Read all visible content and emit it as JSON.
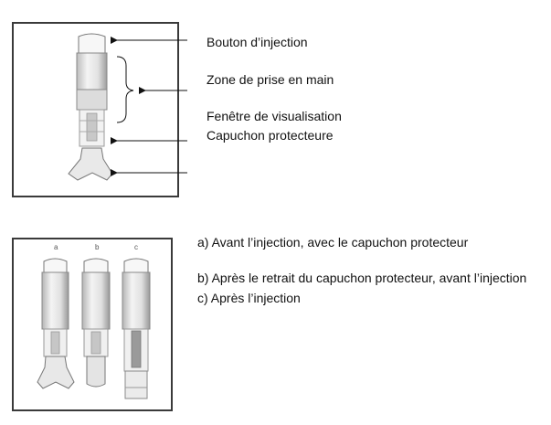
{
  "figure1": {
    "labels": {
      "injection_button": "Bouton d’injection",
      "grip_zone": "Zone de prise en main",
      "viewing_window": "Fenêtre de visualisation",
      "protective_cap": "Capuchon protecteure"
    }
  },
  "figure2": {
    "pen_letters": [
      "a",
      "b",
      "c"
    ],
    "captions": {
      "a": "a) Avant l’injection, avec le capuchon protecteur",
      "b": "b) Après le retrait du capuchon protecteur, avant l’injection",
      "c": "c) Après l’injection"
    }
  },
  "colors": {
    "frame": "#3a3a3a",
    "arrow": "#111111",
    "pen_body": "#ececec",
    "pen_shade": "#bdbdbd"
  }
}
